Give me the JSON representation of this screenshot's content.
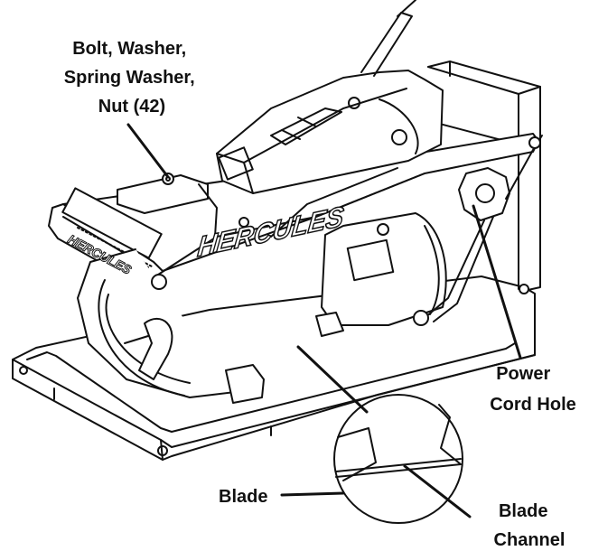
{
  "callouts": {
    "bolt": [
      "Bolt, Washer,",
      "Spring Washer,",
      "Nut (42)"
    ],
    "power_cord": [
      "Power",
      "Cord Hole"
    ],
    "blade": "Blade",
    "blade_channel": [
      "Blade",
      "Channel"
    ]
  },
  "brand": {
    "logo_text": "HERCULES"
  }
}
